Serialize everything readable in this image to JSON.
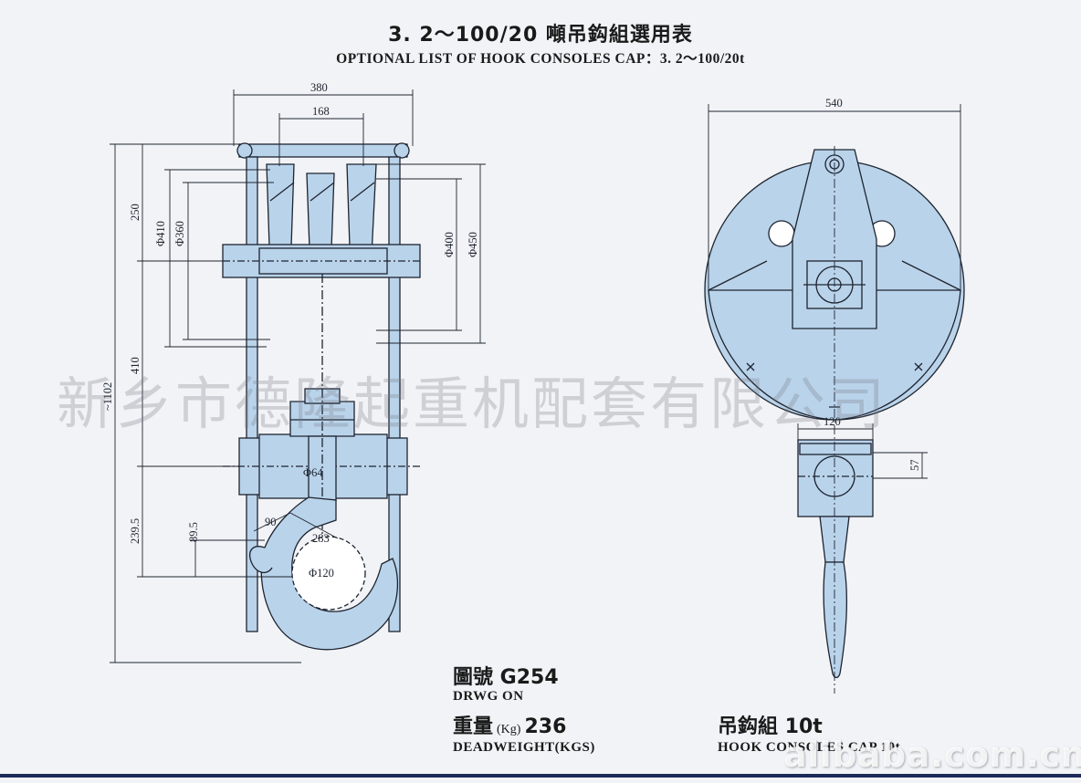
{
  "title": {
    "cn": "3. 2～100/20 噸吊鈎組選用表",
    "en": "OPTIONAL LIST OF HOOK CONSOLES CAP：3. 2～100/20t"
  },
  "dimensions": {
    "width_380": "380",
    "width_168": "168",
    "h_250": "250",
    "d_410": "Φ410",
    "d_360": "Φ360",
    "d_400": "Φ400",
    "d_450": "Φ450",
    "h_1102": "~1102",
    "h_410": "410",
    "d_64": "Φ64",
    "h_239_5": "239.5",
    "h_89_5": "89.5",
    "a_90": "90",
    "a_283": "283",
    "d_120": "Φ120",
    "width_540": "540",
    "width_120": "120",
    "h_57": "57"
  },
  "info": {
    "drawing_no_cn": "圖號 G254",
    "drawing_no_en": "DRWG ON",
    "weight_cn": "重量",
    "weight_unit": "(Kg)",
    "weight_value": "236",
    "weight_en": "DEADWEIGHT(KGS)",
    "hook_cn": "吊鈎組 10t",
    "hook_en": "HOOK CONSOLES CAP 10t"
  },
  "watermark": "新乡市德隆起重机配套有限公司",
  "site_mark": "alibaba.com.cn",
  "colors": {
    "fill": "#b9d3ea",
    "line": "#1e2430",
    "background": "#f1f3f6"
  }
}
